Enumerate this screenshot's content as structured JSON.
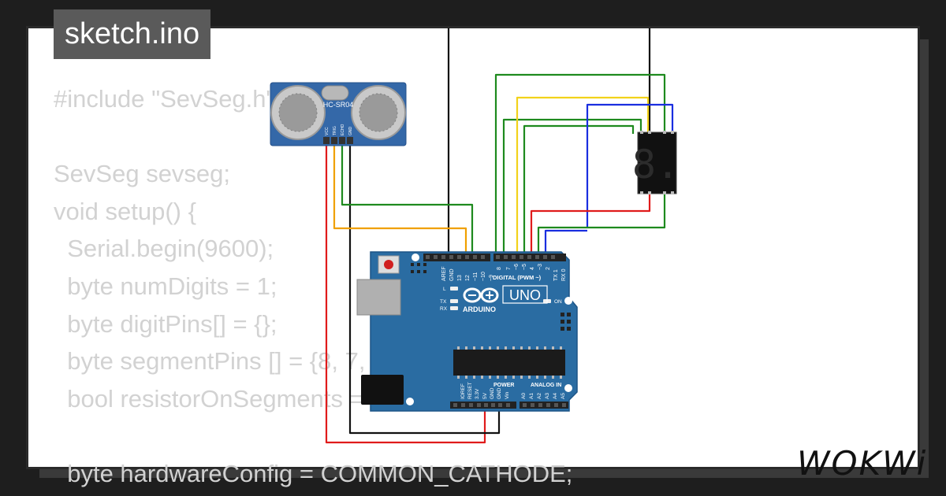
{
  "title": "sketch.ino",
  "code_lines": [
    "#include \"SevSeg.h\"",
    "",
    "SevSeg sevseg;",
    "void setup() {",
    "  Serial.begin(9600);",
    "  byte numDigits = 1;",
    "  byte digitPins[] = {};",
    "  byte segmentPins [] = {8, 7, 6, 5, 4, 3, 2};",
    "  bool resistorOnSegments = true;",
    "",
    "  byte hardwareConfig = COMMON_CATHODE;"
  ],
  "sensor": {
    "label": "HC-SR04",
    "pins": [
      "VCC",
      "TRIG",
      "ECHO",
      "GND"
    ]
  },
  "board": {
    "model": "UNO",
    "brand": "ARDUINO",
    "digital_label": "DIGITAL (PWM ~)",
    "power_label": "POWER",
    "analog_label": "ANALOG IN",
    "on_label": "ON",
    "l_label": "L",
    "tx_label": "TX",
    "rx_label": "RX",
    "top_pins": [
      "AREF",
      "GND",
      "13",
      "12",
      "~11",
      "~10",
      "~9",
      "8",
      "7",
      "~6",
      "~5",
      "4",
      "~3",
      "2",
      "TX 1",
      "RX 0"
    ],
    "power_pins": [
      "IOREF",
      "RESET",
      "3.3V",
      "5V",
      "GND",
      "GND",
      "Vin"
    ],
    "analog_pins": [
      "A0",
      "A1",
      "A2",
      "A3",
      "A4",
      "A5"
    ]
  },
  "display": {
    "digit": "8."
  },
  "brand_logo": "WOKWi",
  "colors": {
    "background": "#1e1e1e",
    "card": "#ffffff",
    "code_text": "#d2d2d2",
    "title_bg": "#5a5a5a",
    "board": "#2a6ca2",
    "sensor": "#3468a8",
    "wire_red": "#e01b1b",
    "wire_black": "#111111",
    "wire_green": "#1e8a1e",
    "wire_yellow": "#f2d21a",
    "wire_orange": "#f0a000",
    "wire_blue": "#1a2ee0"
  }
}
